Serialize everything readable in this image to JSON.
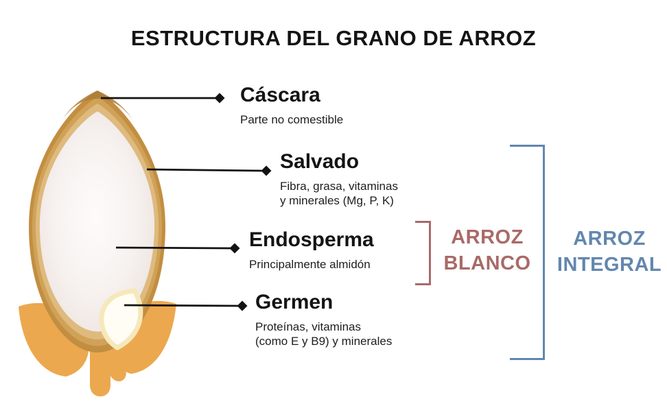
{
  "title": "ESTRUCTURA DEL GRANO DE ARROZ",
  "labels": [
    {
      "name": "Cáscara",
      "description": "Parte no comestible"
    },
    {
      "name": "Salvado",
      "description": "Fibra, grasa, vitaminas\ny minerales (Mg, P, K)"
    },
    {
      "name": "Endosperma",
      "description": "Principalmente almidón"
    },
    {
      "name": "Germen",
      "description": "Proteínas, vitaminas\n(como E y B9) y minerales"
    }
  ],
  "groups": {
    "white_rice": {
      "label": "ARROZ\nBLANCO",
      "color": "#a96a68"
    },
    "integral_rice": {
      "label": "ARROZ\nINTEGRAL",
      "color": "#6287ae"
    }
  },
  "illustration": {
    "hull_outer_color": "#c28e41",
    "hull_mid_color": "#d0a258",
    "hull_inner_color": "#deba7e",
    "hull_tip_color": "#ab7c38",
    "germ_outline_color": "#f6e8ba",
    "germ_fill_color": "#fffdf4",
    "leaf_color": "#eca84e",
    "pointer_color": "#131313"
  }
}
